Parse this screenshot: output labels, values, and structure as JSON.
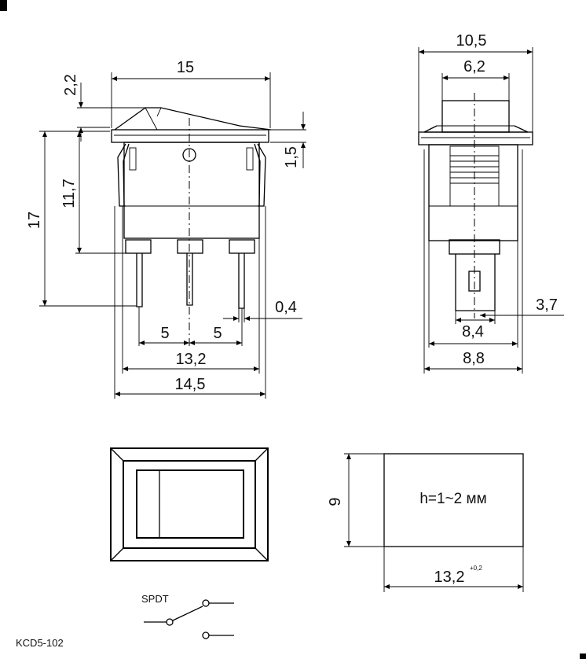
{
  "front_view": {
    "dim_width_top": "15",
    "dim_rocker_height": "2,2",
    "dim_flange": "1,5",
    "dim_total_height": "17",
    "dim_body_height": "11,7",
    "dim_pitch_left": "5",
    "dim_pitch_right": "5",
    "dim_pin_thickness": "0,4",
    "dim_body_width": "13,2",
    "dim_bottom_width": "14,5"
  },
  "side_view": {
    "dim_outer_width": "10,5",
    "dim_rocker_width": "6,2",
    "dim_pin_width": "3,7",
    "dim_body_width": "8,4",
    "dim_bottom_width": "8,8"
  },
  "cutout_view": {
    "dim_height": "9",
    "panel_note": "h=1~2 мм",
    "dim_width": "13,2",
    "dim_tolerance": "+0,2"
  },
  "schematic": {
    "label": "SPDT"
  },
  "part_number": "KCD5-102"
}
